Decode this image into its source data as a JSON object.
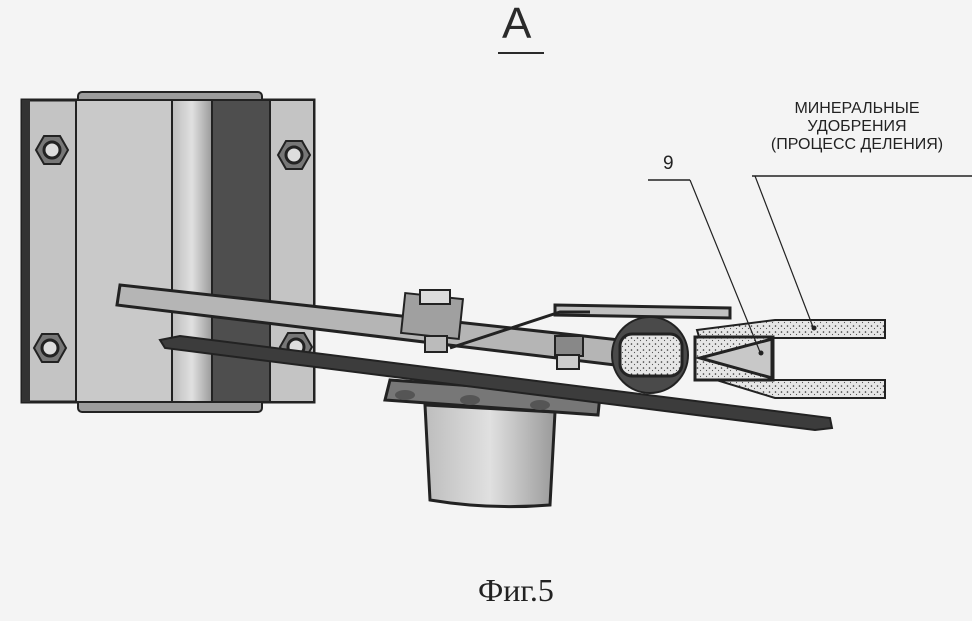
{
  "figure": {
    "view_label": "А",
    "caption": "Фиг.5"
  },
  "annotations": {
    "material_lines": [
      "МИНЕРАЛЬНЫЕ",
      "УДОБРЕНИЯ",
      "(ПРОЦЕСС ДЕЛЕНИЯ)"
    ],
    "part_number": "9"
  },
  "parts": [
    {
      "name": "mounting-block",
      "description": "rectangular mounting housing with four hex bolts"
    },
    {
      "name": "upper-lever",
      "description": "upper arm extending to the cutting knife"
    },
    {
      "name": "lower-blade",
      "description": "lower long blade"
    },
    {
      "name": "cylindrical-bushing",
      "description": "cylindrical bushing under the lower plate"
    },
    {
      "name": "roller",
      "description": "roller holding fertilizer granule"
    },
    {
      "name": "wedge-knife-9",
      "description": "wedge knife (part 9) dividing fertilizer"
    },
    {
      "name": "fertilizer-halves",
      "description": "two halves of divided fertilizer"
    }
  ],
  "colors": {
    "ink": "#222222",
    "paper": "#f4f4f4",
    "light_gray": "#c8c8c8",
    "mid_gray": "#a8a8a8",
    "dark_gray": "#555555"
  }
}
